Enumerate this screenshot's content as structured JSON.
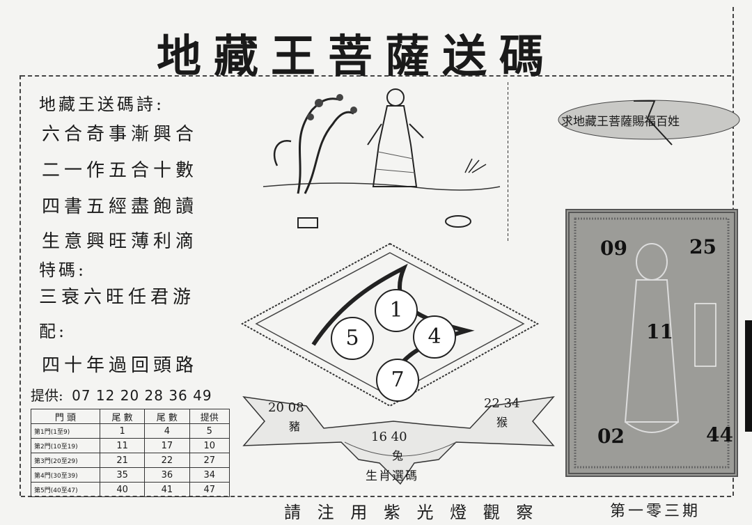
{
  "title": "地藏王菩薩送碼",
  "poem": {
    "heading": "地藏王送碼詩:",
    "lines": [
      "六合奇事漸興合",
      "二一作五合十數",
      "四書五經盡飽讀",
      "生意興旺薄利滴"
    ]
  },
  "special": {
    "label": "特碼:",
    "line": "三衰六旺任君游"
  },
  "pair": {
    "label": "配:",
    "line": "四十年過回頭路"
  },
  "provide": {
    "label": "提供:",
    "numbers": "07 12  20 28 36 49"
  },
  "table": {
    "headers": [
      "門 頭",
      "尾 數",
      "尾 數",
      "提供"
    ],
    "rows": [
      {
        "label": "第1門(1至9)",
        "c1": "1",
        "c2": "4",
        "c3": "5"
      },
      {
        "label": "第2門(10至19)",
        "c1": "11",
        "c2": "17",
        "c3": "10"
      },
      {
        "label": "第3門(20至29)",
        "c1": "21",
        "c2": "22",
        "c3": "27"
      },
      {
        "label": "第4門(30至39)",
        "c1": "35",
        "c2": "36",
        "c3": "34"
      },
      {
        "label": "第5門(40至47)",
        "c1": "40",
        "c2": "41",
        "c3": "47"
      }
    ]
  },
  "circles": [
    "1",
    "5",
    "4",
    "7"
  ],
  "banner": {
    "left_nums": "20 08",
    "left_word": "豬",
    "right_nums": "22 34",
    "right_word": "猴",
    "center_nums": "16 40",
    "center_word": "兔",
    "caption": "生肖選碼"
  },
  "right_banner": "求地藏王菩薩賜福百姓",
  "image_panel": {
    "top_left": "09",
    "top_right": "25",
    "center": "11",
    "bottom_left": "02",
    "bottom_right": "44"
  },
  "footer": {
    "left": "請 注 用 紫 光 燈 觀 察",
    "right": "第一零三期"
  }
}
